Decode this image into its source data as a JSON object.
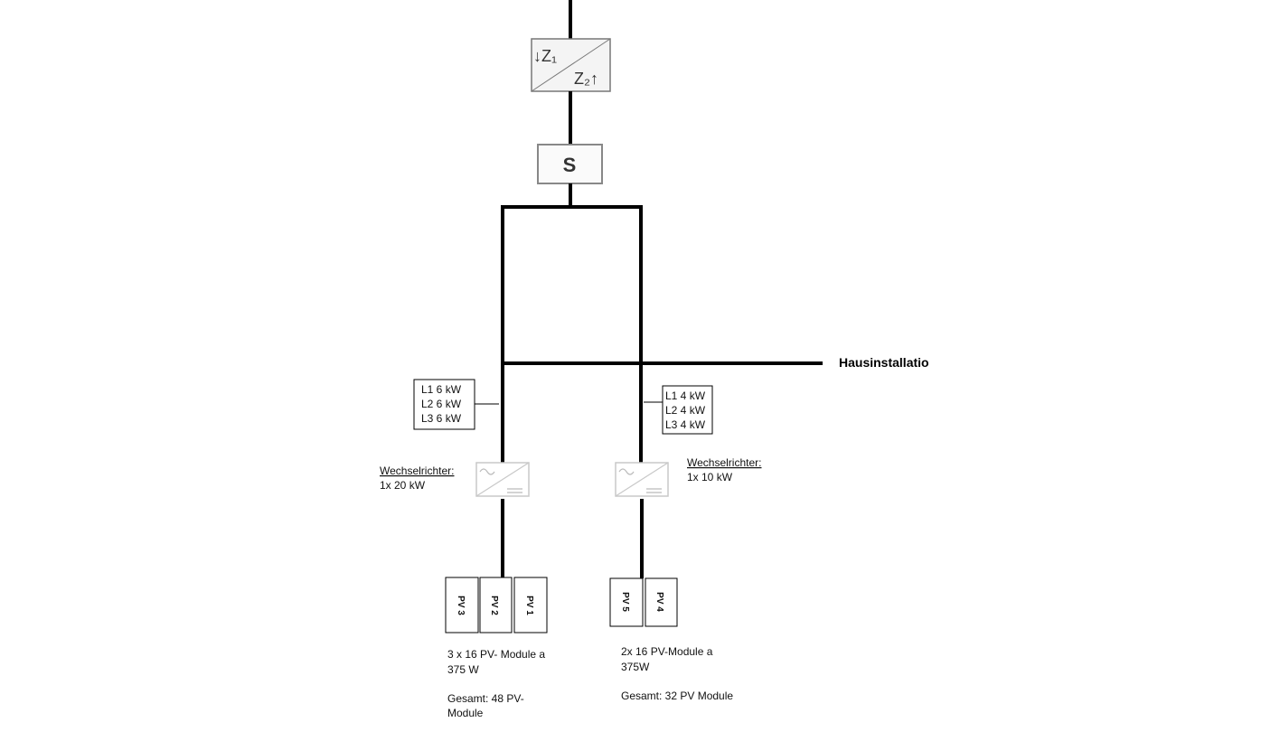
{
  "meter": {
    "z1": "↓Z₁",
    "z2": "Z₂↑"
  },
  "switch": {
    "label": "S"
  },
  "house": {
    "label": "Hausinstallatio"
  },
  "branch_left": {
    "phases": [
      "L1  6 kW",
      "L2  6 kW",
      "L3  6 kW"
    ],
    "inverter_title": "Wechselrichter:",
    "inverter_value": "1x 20 kW",
    "panels": [
      "PV 3",
      "PV 2",
      "PV 1"
    ],
    "desc_line1": "3 x 16 PV- Module a",
    "desc_line2": "375 W",
    "total_line1": "Gesamt: 48 PV-",
    "total_line2": "Module"
  },
  "branch_right": {
    "phases": [
      "L1  4 kW",
      "L2  4 kW",
      "L3  4 kW"
    ],
    "inverter_title": "Wechselrichter:",
    "inverter_value": "1x 10 kW",
    "panels": [
      "PV 5",
      "PV 4"
    ],
    "desc_line1": "2x 16 PV-Module a",
    "desc_line2": "375W",
    "total_line1": "Gesamt: 32 PV Module"
  }
}
